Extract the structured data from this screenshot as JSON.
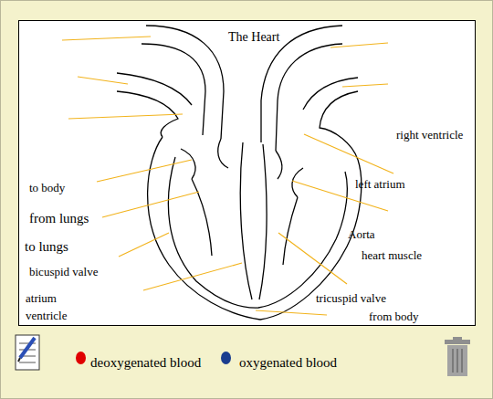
{
  "diagram": {
    "title": "The Heart",
    "labels": [
      "right ventricle",
      "left atrium",
      "to body",
      "from lungs",
      "Aorta",
      "to lungs",
      "heart muscle",
      "bicuspid valve",
      "tricuspid valve",
      "atrium",
      "ventricle",
      "from body"
    ],
    "legend": [
      {
        "text": "deoxygenated blood",
        "color": "#e00000"
      },
      {
        "text": "oxygenated blood",
        "color": "#1a3d8f"
      }
    ]
  }
}
